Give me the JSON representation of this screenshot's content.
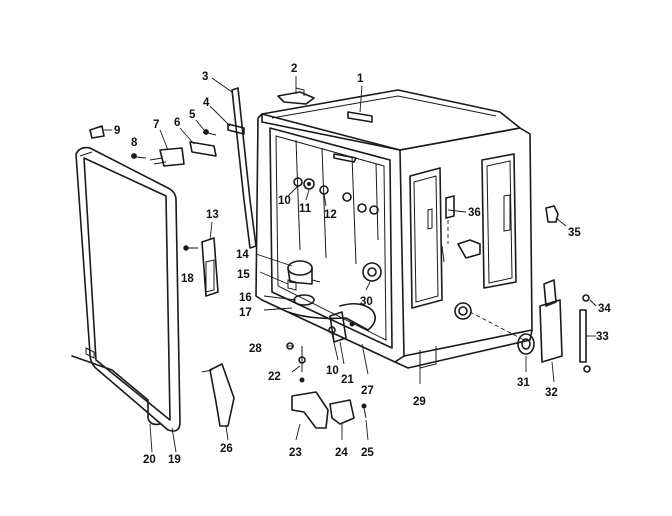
{
  "callouts": [
    {
      "id": "1",
      "label": "1"
    },
    {
      "id": "2",
      "label": "2"
    },
    {
      "id": "3",
      "label": "3"
    },
    {
      "id": "4",
      "label": "4"
    },
    {
      "id": "5",
      "label": "5"
    },
    {
      "id": "6",
      "label": "6"
    },
    {
      "id": "7",
      "label": "7"
    },
    {
      "id": "8",
      "label": "8"
    },
    {
      "id": "9",
      "label": "9"
    },
    {
      "id": "10a",
      "label": "10"
    },
    {
      "id": "11",
      "label": "11"
    },
    {
      "id": "12",
      "label": "12"
    },
    {
      "id": "13",
      "label": "13"
    },
    {
      "id": "14",
      "label": "14"
    },
    {
      "id": "15",
      "label": "15"
    },
    {
      "id": "16",
      "label": "16"
    },
    {
      "id": "17",
      "label": "17"
    },
    {
      "id": "18",
      "label": "18"
    },
    {
      "id": "19",
      "label": "19"
    },
    {
      "id": "20",
      "label": "20"
    },
    {
      "id": "21",
      "label": "21"
    },
    {
      "id": "22",
      "label": "22"
    },
    {
      "id": "23",
      "label": "23"
    },
    {
      "id": "24",
      "label": "24"
    },
    {
      "id": "25",
      "label": "25"
    },
    {
      "id": "26",
      "label": "26"
    },
    {
      "id": "27",
      "label": "27"
    },
    {
      "id": "28",
      "label": "28"
    },
    {
      "id": "29",
      "label": "29"
    },
    {
      "id": "30",
      "label": "30"
    },
    {
      "id": "31",
      "label": "31"
    },
    {
      "id": "32",
      "label": "32"
    },
    {
      "id": "33",
      "label": "33"
    },
    {
      "id": "34",
      "label": "34"
    },
    {
      "id": "35",
      "label": "35"
    },
    {
      "id": "36",
      "label": "36"
    },
    {
      "id": "10b",
      "label": "10"
    }
  ]
}
